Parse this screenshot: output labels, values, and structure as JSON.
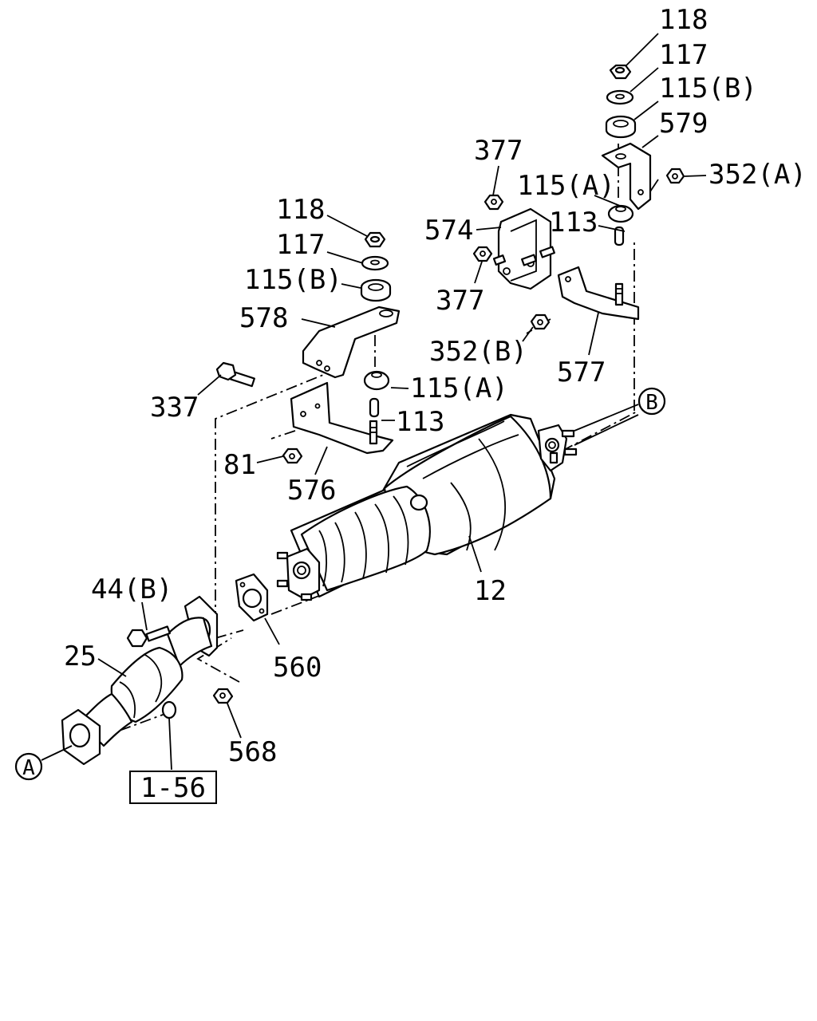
{
  "diagram": {
    "callouts": [
      {
        "id": "c118a",
        "text": "118"
      },
      {
        "id": "c117a",
        "text": "117"
      },
      {
        "id": "c115ba",
        "text": "115(B)"
      },
      {
        "id": "c579",
        "text": "579"
      },
      {
        "id": "c352a",
        "text": "352(A)"
      },
      {
        "id": "c377a",
        "text": "377"
      },
      {
        "id": "c115aa",
        "text": "115(A)"
      },
      {
        "id": "c574",
        "text": "574"
      },
      {
        "id": "c113a",
        "text": "113"
      },
      {
        "id": "c377b",
        "text": "377"
      },
      {
        "id": "c352b",
        "text": "352(B)"
      },
      {
        "id": "c577",
        "text": "577"
      },
      {
        "id": "c118b",
        "text": "118"
      },
      {
        "id": "c117b",
        "text": "117"
      },
      {
        "id": "c115bb",
        "text": "115(B)"
      },
      {
        "id": "c578",
        "text": "578"
      },
      {
        "id": "c115ab",
        "text": "115(A)"
      },
      {
        "id": "c337",
        "text": "337"
      },
      {
        "id": "c113b",
        "text": "113"
      },
      {
        "id": "c81",
        "text": "81"
      },
      {
        "id": "c576",
        "text": "576"
      },
      {
        "id": "c12",
        "text": "12"
      },
      {
        "id": "c44b",
        "text": "44(B)"
      },
      {
        "id": "c25",
        "text": "25"
      },
      {
        "id": "c560",
        "text": "560"
      },
      {
        "id": "c568",
        "text": "568"
      }
    ],
    "connectors": {
      "A": "A",
      "B": "B"
    },
    "reference_box": "1-56"
  }
}
